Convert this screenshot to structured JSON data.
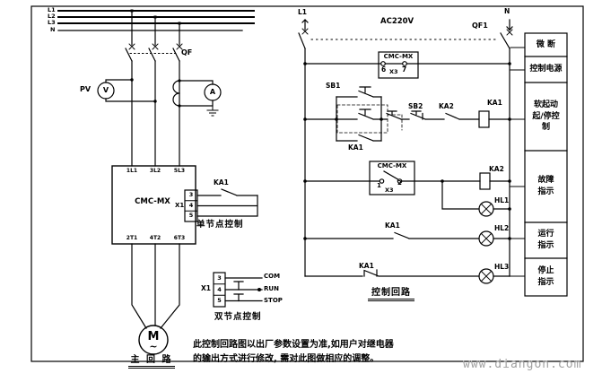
{
  "colors": {
    "ink": "#000000",
    "watermark": "#a0a0a0",
    "background": "#ffffff"
  },
  "watermark": "www.diangon.com",
  "note": {
    "line1": "此控制回路图以出厂参数设置为准,如用户对继电器",
    "line2": "的输出方式进行修改, 需对此图做相应的调整。"
  },
  "main_circuit": {
    "title": "主 回 路",
    "phases": [
      "L1",
      "L2",
      "L3",
      "N"
    ],
    "breaker": "QF",
    "pv": "PV",
    "voltmeter": "V",
    "ammeter": "A",
    "starter": "CMC-MX",
    "in_terminals": [
      "1L1",
      "3L2",
      "5L3"
    ],
    "out_terminals": [
      "2T1",
      "4T2",
      "6T3"
    ],
    "connector": "X1",
    "pins": [
      "3",
      "4",
      "5"
    ],
    "relay_contact": "KA1",
    "single_node_label": "单节点控制",
    "motor": "M",
    "motor_wave": "~"
  },
  "dual_node": {
    "connector": "X1",
    "pins": [
      "3",
      "4",
      "5"
    ],
    "com": "COM",
    "run": "RUN",
    "stop": "STOP",
    "label": "双节点控制"
  },
  "control_circuit": {
    "title": "控制回路",
    "line": "L1",
    "neutral": "N",
    "voltage": "AC220V",
    "breaker": "QF1",
    "power_box": {
      "name": "CMC-MX",
      "pin_left": "6",
      "connector": "X3",
      "pin_right": "7"
    },
    "start_stop": {
      "sb1": "SB1",
      "sb2": "SB2",
      "hold_contact": "KA1",
      "ka2_contact": "KA2",
      "ka1_coil": "KA1"
    },
    "fault": {
      "box": "CMC-MX",
      "pin_left": "1",
      "connector": "X3",
      "pin_right": "2",
      "ka2_coil": "KA2",
      "lamp": "HL1"
    },
    "run_row": {
      "contact": "KA1",
      "lamp": "HL2"
    },
    "stop_row": {
      "contact": "KA1",
      "lamp": "HL3"
    }
  },
  "legend": [
    "微 断",
    "控制电源",
    "软起动\n起/停控\n制",
    "故障\n指示",
    "运行\n指示",
    "停止\n指示"
  ]
}
